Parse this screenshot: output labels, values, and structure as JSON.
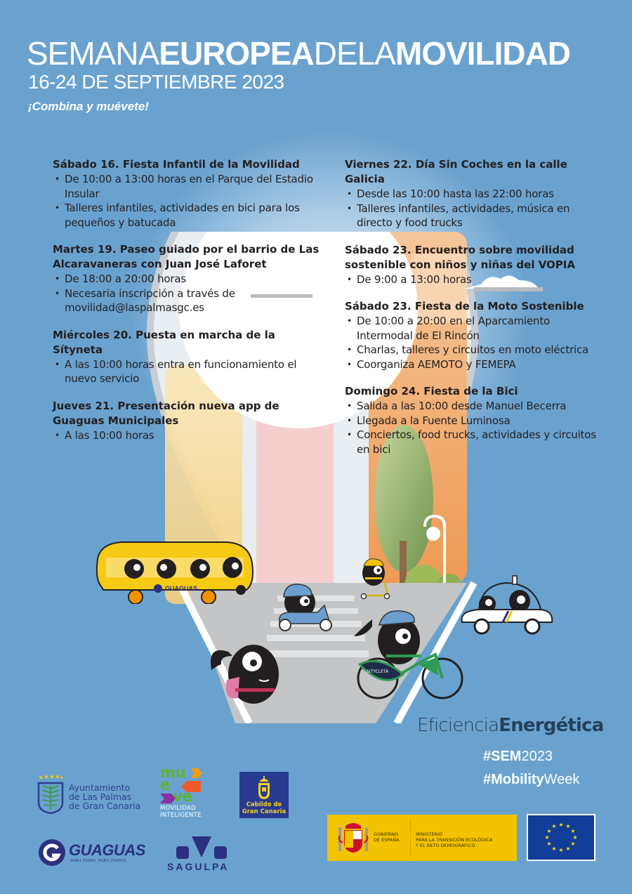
{
  "header": {
    "title_parts": [
      {
        "text": "SEMANA",
        "weight": "thin"
      },
      {
        "text": "EUROPEA",
        "weight": "bold"
      },
      {
        "text": "DELA",
        "weight": "thin"
      },
      {
        "text": "MOVILIDAD",
        "weight": "bold"
      }
    ],
    "dates": "16-24 DE SEPTIEMBRE 2023",
    "slogan": "¡Combina y muévete!"
  },
  "events": {
    "left": [
      {
        "title": "Sábado 16. Fiesta Infantil de la Movilidad",
        "items": [
          "De 10:00 a 13:00 horas en el Parque del Estadio Insular",
          "Talleres infantiles, actividades en bici para los pequeños y batucada"
        ]
      },
      {
        "title": "Martes 19. Paseo guiado por el barrio de Las Alcaravaneras con Juan José Laforet",
        "items": [
          "De 18:00 a 20:00 horas",
          "Necesaria inscripción a través de movilidad@laspalmasgc.es"
        ]
      },
      {
        "title": "Miércoles 20. Puesta en marcha de la Sítyneta",
        "items": [
          "A las 10:00 horas entra en funcionamiento el nuevo servicio"
        ]
      },
      {
        "title": "Jueves 21. Presentación nueva app de Guaguas Municipales",
        "items": [
          "A las 10:00 horas"
        ]
      }
    ],
    "right": [
      {
        "title": "Viernes 22. Día Sin Coches en la calle Galicia",
        "items": [
          "Desde las 10:00 hasta las 22:00 horas",
          "Talleres infantiles, actividades, música en directo y food trucks"
        ]
      },
      {
        "title": "Sábado 23. Encuentro sobre movilidad sostenible con niños y niñas del VOPIA",
        "items": [
          "De 9:00 a 13:00 horas"
        ]
      },
      {
        "title": "Sábado 23. Fiesta de la Moto Sostenible",
        "items": [
          "De 10:00 a 20:00 en el Aparcamiento Intermodal de El Rincón",
          "Charlas, talleres y circuitos en moto eléctrica",
          "Coorganiza AEMOTO y FEMEPA"
        ]
      },
      {
        "title": "Domingo 24. Fiesta de la Bici",
        "items": [
          "Salida a las 10:00 desde Manuel Becerra",
          "Llegada a la Fuente Luminosa",
          "Conciertos, food trucks, actividades y circuitos  en  bici"
        ]
      }
    ]
  },
  "illustration": {
    "bus_label": "GUAGUAS",
    "bike_label": "SITYCLETA"
  },
  "tagline": {
    "light": "Eficiencia",
    "strong": "Energética"
  },
  "hashtags": [
    {
      "bold": "#SEM",
      "regular": "2023"
    },
    {
      "bold": "#Mobility",
      "regular": "Week"
    }
  ],
  "logos": {
    "ayuntamiento": [
      "Ayuntamiento",
      "de  Las  Palmas",
      "de Gran Canaria"
    ],
    "mueve": {
      "words": [
        "mu",
        "e",
        "ve"
      ],
      "caption": [
        "MOVILIDAD",
        "INTELIGENTE"
      ],
      "colors": {
        "green": "#5bb431",
        "orange": "#ef5a2b",
        "purple": "#8a2ea5"
      }
    },
    "cabildo": [
      "Cabildo de",
      "Gran Canaria"
    ],
    "guaguas": {
      "name": "GUAGUAS",
      "slogan": "PARA TODO. PARA TODOS."
    },
    "sagulpa": "SAGULPA",
    "gobierno": [
      "GOBIERNO",
      "DE ESPAÑA"
    ],
    "ministerio": [
      "MINISTERIO",
      "PARA LA TRANSICIÓN ECOLÓGICA",
      "Y EL RETO DEMOGRÁFICO"
    ]
  },
  "colors": {
    "background": "#6aa2cf",
    "text_dark": "#231f20",
    "logo_navy": "#2c2f7f",
    "gov_yellow": "#f3c300",
    "eu_blue": "#0f3d98"
  }
}
